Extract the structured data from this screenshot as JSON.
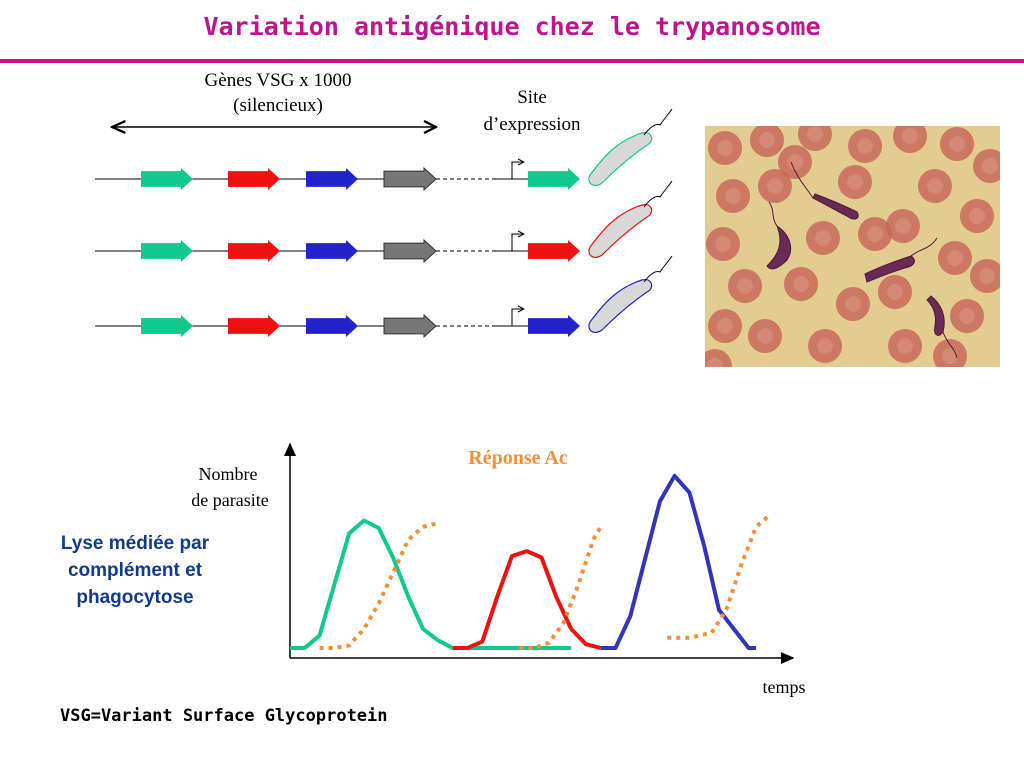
{
  "title": "Variation antigénique chez le trypanosome",
  "genes_label": {
    "line1": "Gènes VSG x 1000",
    "line2": "(silencieux)"
  },
  "site_label": {
    "line1": "Site",
    "line2": "d’expression"
  },
  "gene_colors": [
    "#12c98d",
    "#ee1111",
    "#2323cc",
    "#777777"
  ],
  "expressed_per_row": [
    "#12c98d",
    "#ee1111",
    "#2323cc"
  ],
  "chart_data": {
    "type": "line",
    "title": "",
    "xlabel": "temps",
    "ylabel": "Nombre de parasite",
    "ylabel_lines": [
      "Nombre",
      "de parasite"
    ],
    "x": [
      0,
      1,
      2,
      3,
      4,
      5,
      6,
      7,
      8,
      9,
      10,
      11,
      12,
      13,
      14,
      15,
      16,
      17,
      18,
      19
    ],
    "series": [
      {
        "color": "#12c98d",
        "style": "solid",
        "values": [
          0,
          0,
          1,
          5,
          9,
          10,
          9.4,
          7,
          4,
          1.5,
          0.6,
          0,
          0,
          0,
          0,
          0,
          0,
          0,
          0,
          0
        ]
      },
      {
        "color": "#ee1111",
        "style": "solid",
        "values": [
          null,
          null,
          null,
          null,
          null,
          null,
          null,
          null,
          null,
          null,
          null,
          0,
          0,
          0.5,
          4,
          7.2,
          7.6,
          7.1,
          4,
          1.5
        ]
      },
      {
        "name": "Réponse Ac",
        "color": "#f0903a",
        "style": "dotted",
        "values": [
          null,
          null,
          0,
          0,
          0.2,
          1.5,
          3.5,
          6,
          8.5,
          9.5,
          9.8,
          null,
          null,
          null,
          null,
          null,
          null,
          null,
          null,
          null
        ]
      }
    ],
    "series_extra": [
      {
        "color": "#ee1111",
        "style": "solid",
        "points": [
          [
            19,
            1.5
          ],
          [
            20,
            0.3
          ],
          [
            21,
            0
          ]
        ]
      },
      {
        "color": "#3434bb",
        "style": "solid",
        "points": [
          [
            21,
            0
          ],
          [
            22,
            0
          ],
          [
            23,
            2.5
          ],
          [
            24,
            7
          ],
          [
            25,
            11.5
          ],
          [
            26,
            13.5
          ],
          [
            27,
            12.2
          ],
          [
            28,
            8
          ],
          [
            29,
            3
          ],
          [
            30,
            1.5
          ],
          [
            31,
            0
          ],
          [
            31.5,
            0
          ]
        ]
      },
      {
        "color": "#f0903a",
        "style": "dotted",
        "points": [
          [
            15.5,
            0
          ],
          [
            16.5,
            0
          ],
          [
            17.5,
            0.4
          ],
          [
            18.5,
            2
          ],
          [
            19.5,
            5
          ],
          [
            20.5,
            8.5
          ],
          [
            21,
            9.5
          ]
        ]
      },
      {
        "color": "#f0903a",
        "style": "dotted",
        "points": [
          [
            25.5,
            0.8
          ],
          [
            27,
            0.8
          ],
          [
            28.5,
            1.2
          ],
          [
            29.5,
            3
          ],
          [
            30.5,
            6.5
          ],
          [
            31.5,
            9.5
          ],
          [
            32.5,
            10.5
          ]
        ]
      }
    ],
    "xlim": [
      0,
      34
    ],
    "ylim": [
      0,
      16
    ],
    "annotation": "Réponse Ac"
  },
  "lysis_text": {
    "line1": "Lyse médiée par",
    "line2": "complément et",
    "line3": "phagocytose"
  },
  "footer": "VSG=Variant Surface Glycoprotein"
}
